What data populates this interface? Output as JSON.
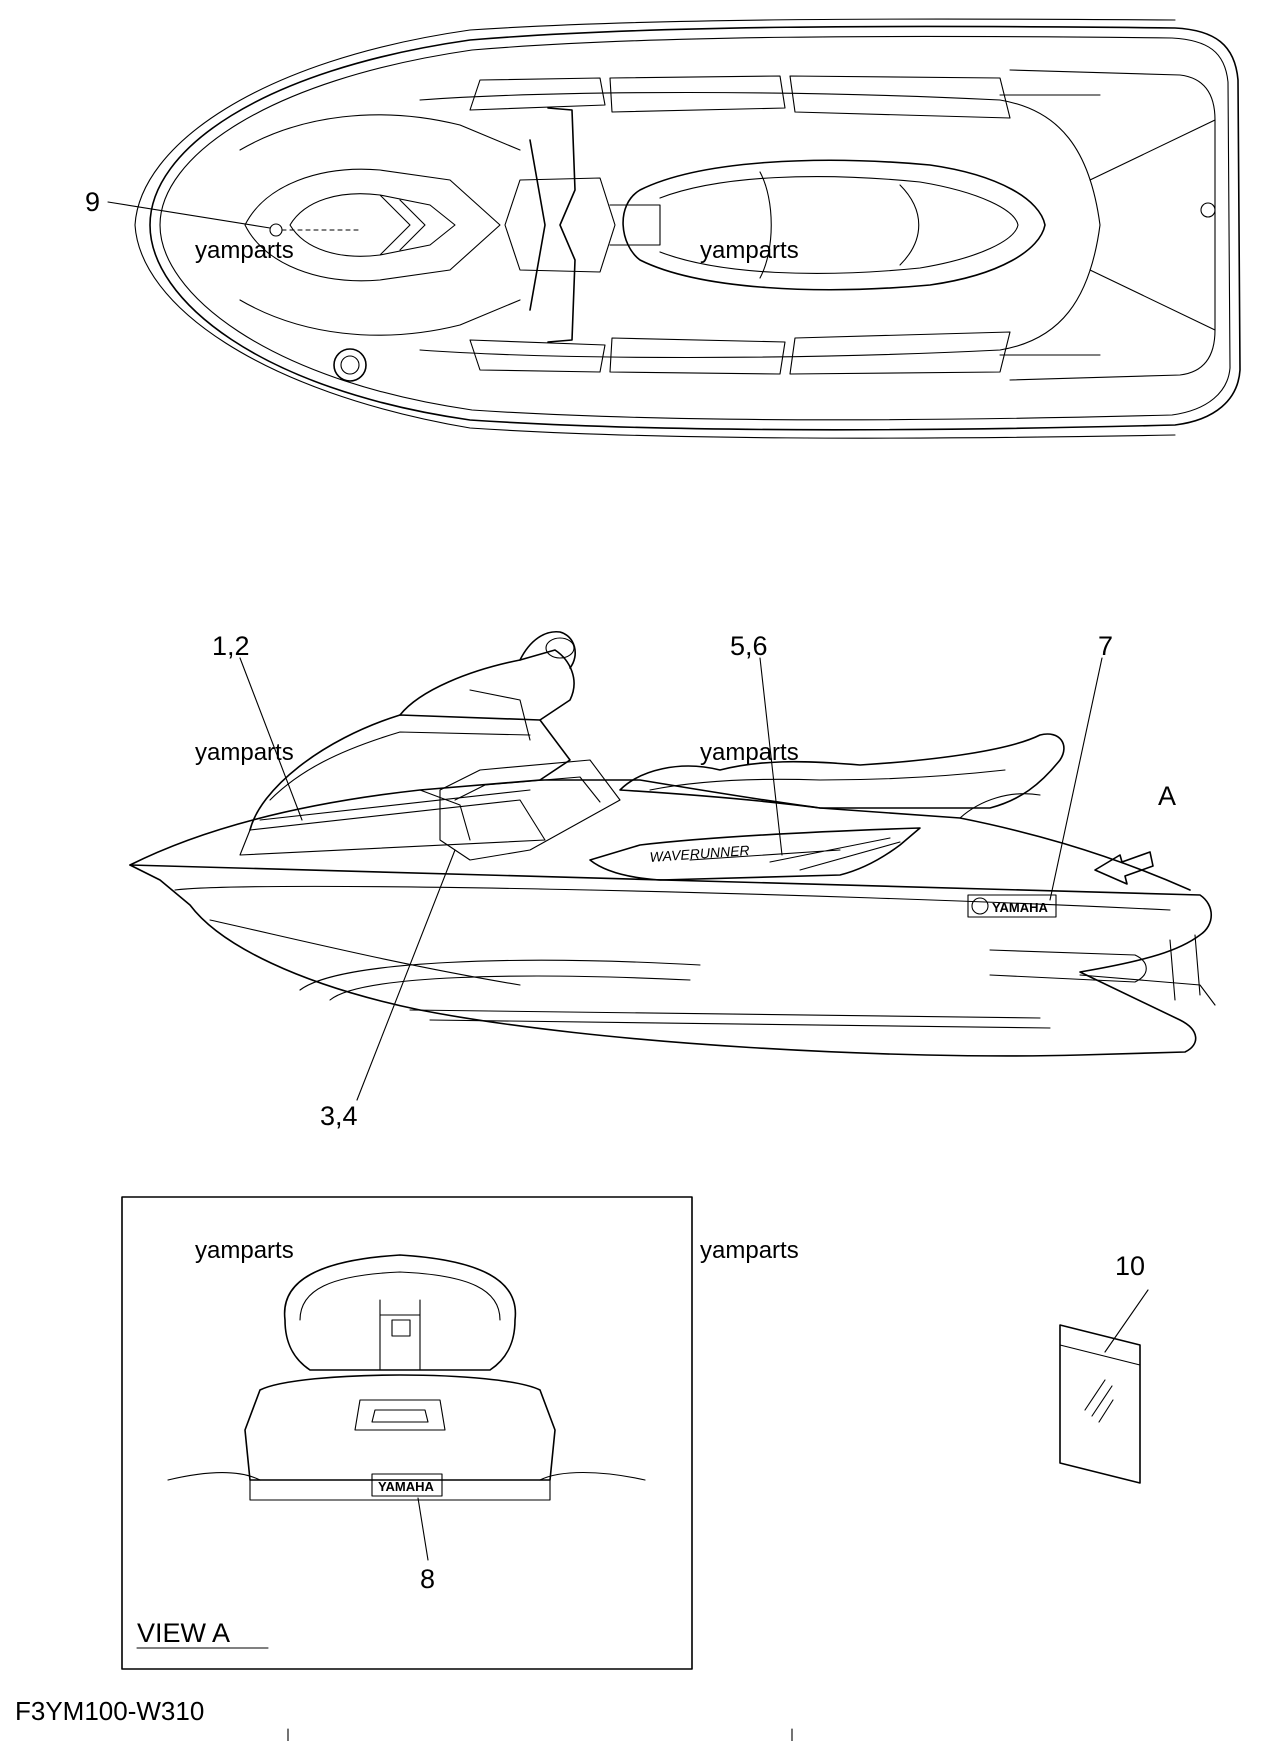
{
  "callouts": {
    "c9": "9",
    "c12": "1,2",
    "c56": "5,6",
    "c7": "7",
    "c34": "3,4",
    "c8": "8",
    "c10": "10",
    "arrow_a": "A"
  },
  "view_a": {
    "label": "VIEW A"
  },
  "watermarks": [
    "yamparts",
    "yamparts",
    "yamparts",
    "yamparts",
    "yamparts",
    "yamparts"
  ],
  "decals": {
    "brand": "YAMAHA",
    "model": "WAVERUNNER"
  },
  "diagram_code": "F3YM100-W310"
}
